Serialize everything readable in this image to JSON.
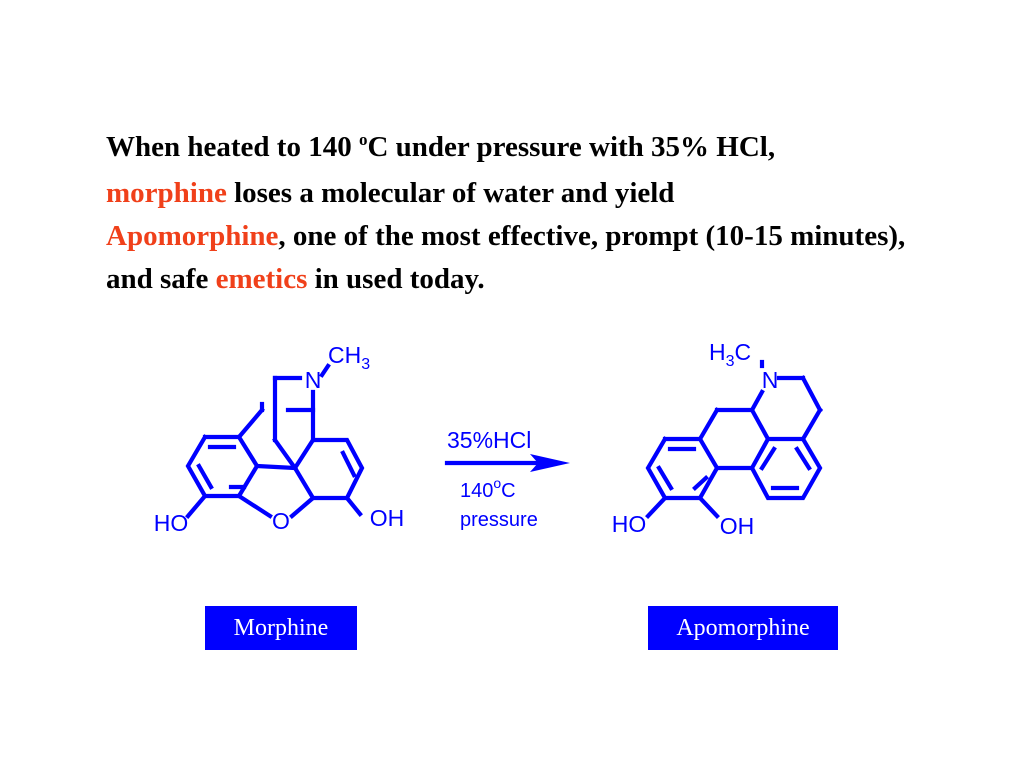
{
  "intro": {
    "t1": "When heated to 140 ",
    "deg": "o",
    "t2": "C under pressure with 35% HCl,",
    "morphine_word": "morphine",
    "t3": " loses a molecular of water and yield",
    "apomorphine_word": "Apomorphine",
    "t4": ", one of the most effective, prompt (10-15 minutes), and safe ",
    "emetics_word": "emetics",
    "t5": " in used today."
  },
  "colors": {
    "highlight": "#f0401a",
    "structure": "#0000ff",
    "text": "#000000",
    "label_bg": "#0000ff",
    "label_text": "#ffffff"
  },
  "morphine": {
    "n": "N",
    "ch": "CH",
    "ch_sub": "3",
    "ho": "HO",
    "o": "O",
    "oh": "OH",
    "label": "Morphine"
  },
  "reaction": {
    "reagent": "35%HCl",
    "temp": "140",
    "temp_sup": "o",
    "temp_unit": "C",
    "condition2": "pressure"
  },
  "apomorphine": {
    "h": "H",
    "h_sub": "3",
    "c": "C",
    "n": "N",
    "ho": "HO",
    "oh": "OH",
    "label": "Apomorphine"
  }
}
